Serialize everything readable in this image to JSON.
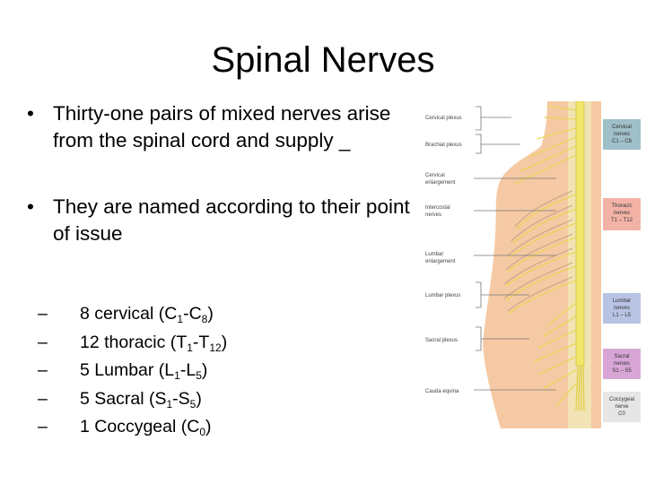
{
  "slide": {
    "title": "Spinal Nerves",
    "bullet_symbol": "•",
    "bullets": [
      "Thirty-one pairs of mixed nerves arise from the spinal cord and supply _",
      "They are named according to their point of issue"
    ],
    "sub_dash": "–",
    "subitems": [
      {
        "prefix": "8 cervical (",
        "a": "C",
        "a_sub": "1",
        "mid": "-",
        "b": "C",
        "b_sub": "8",
        "suffix": ")"
      },
      {
        "prefix": "12 thoracic (",
        "a": "T",
        "a_sub": "1",
        "mid": "-",
        "b": "T",
        "b_sub": "12",
        "suffix": ")"
      },
      {
        "prefix": "5 Lumbar (",
        "a": "L",
        "a_sub": "1",
        "mid": "-",
        "b": "L",
        "b_sub": "5",
        "suffix": ")"
      },
      {
        "prefix": "5 Sacral (",
        "a": "S",
        "a_sub": "1",
        "mid": "-",
        "b": "S",
        "b_sub": "5",
        "suffix": ")"
      },
      {
        "prefix": "1 Coccygeal (",
        "a": "C",
        "a_sub": "0",
        "mid": "",
        "b": "",
        "b_sub": "",
        "suffix": ")"
      }
    ]
  },
  "figure": {
    "left_labels": {
      "cervical_plexus": "Cervical plexus",
      "brachial_plexus": "Brachial plexus",
      "cervical_enlargement_1": "Cervical",
      "cervical_enlargement_2": "enlargement",
      "intercostal_nerves_1": "Intercostal",
      "intercostal_nerves_2": "nerves",
      "lumbar_enlargement_1": "Lumbar",
      "lumbar_enlargement_2": "enlargement",
      "lumbar_plexus": "Lumbar plexus",
      "sacral_plexus": "Sacral plexus",
      "cauda_equina": "Cauda equina"
    },
    "boxes": {
      "cervical": {
        "line1": "Cervical",
        "line2": "nerves",
        "line3": "C1 – C8",
        "color": "#9fbfc9"
      },
      "thoracic": {
        "line1": "Thoracic",
        "line2": "nerves",
        "line3": "T1 – T12",
        "color": "#f2b3a6"
      },
      "lumbar": {
        "line1": "Lumbar",
        "line2": "nerves",
        "line3": "L1 – L5",
        "color": "#b8c3e4"
      },
      "sacral": {
        "line1": "Sacral",
        "line2": "nerves",
        "line3": "S1 – S5",
        "color": "#d8a6d6"
      },
      "coccygeal": {
        "line1": "Coccygeal",
        "line2": "nerve",
        "line3": "C0",
        "color": "#e6e6e6"
      }
    },
    "colors": {
      "skin": "#f5c9a3",
      "cord": "#f2e66b",
      "nerve": "#e9d64a",
      "vertebra": "#f1e3b3"
    }
  }
}
